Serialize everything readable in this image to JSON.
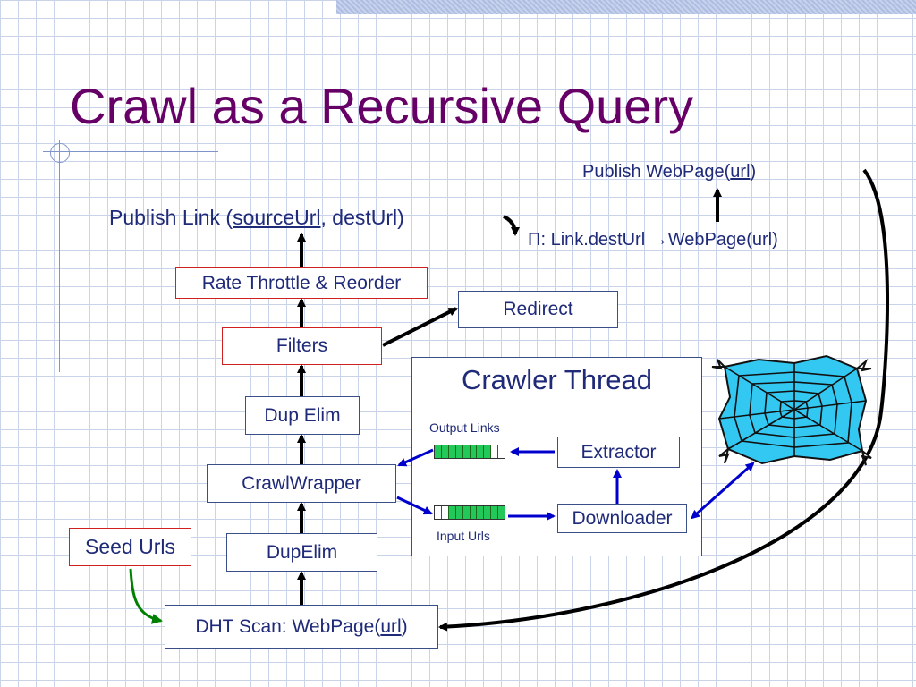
{
  "title": "Crawl as a Recursive Query",
  "top": {
    "publish_webpage_prefix": "Publish WebPage(",
    "publish_webpage_key": "url",
    "publish_webpage_suffix": ")",
    "projection_symbol": "Π",
    "projection_text": ": Link.destUrl ",
    "projection_arrow": "→",
    "projection_target": "WebPage(url)"
  },
  "publish_link": {
    "prefix": "Publish Link (",
    "key": "sourceUrl",
    "suffix": ", destUrl)"
  },
  "pipeline": {
    "rate_throttle": "Rate Throttle & Reorder",
    "filters": "Filters",
    "redirect": "Redirect",
    "dup_elim": "Dup Elim",
    "crawl_wrapper": "CrawlWrapper",
    "dup_elim_2": "DupElim",
    "seed_urls": "Seed Urls",
    "dht_scan_prefix": "DHT Scan: WebPage(",
    "dht_scan_key": "url",
    "dht_scan_suffix": ")"
  },
  "crawler_thread": {
    "title": "Crawler Thread",
    "output_links": "Output Links",
    "input_urls": "Input Urls",
    "extractor": "Extractor",
    "downloader": "Downloader"
  },
  "colors": {
    "title": "#660066",
    "text": "#1f2a78",
    "arrow_black": "#000000",
    "arrow_blue": "#0000cc",
    "arrow_green": "#008000",
    "red_border": "#d02020",
    "queue_fill": "#22c85a"
  },
  "icons": {
    "web": "spider-web-icon"
  }
}
